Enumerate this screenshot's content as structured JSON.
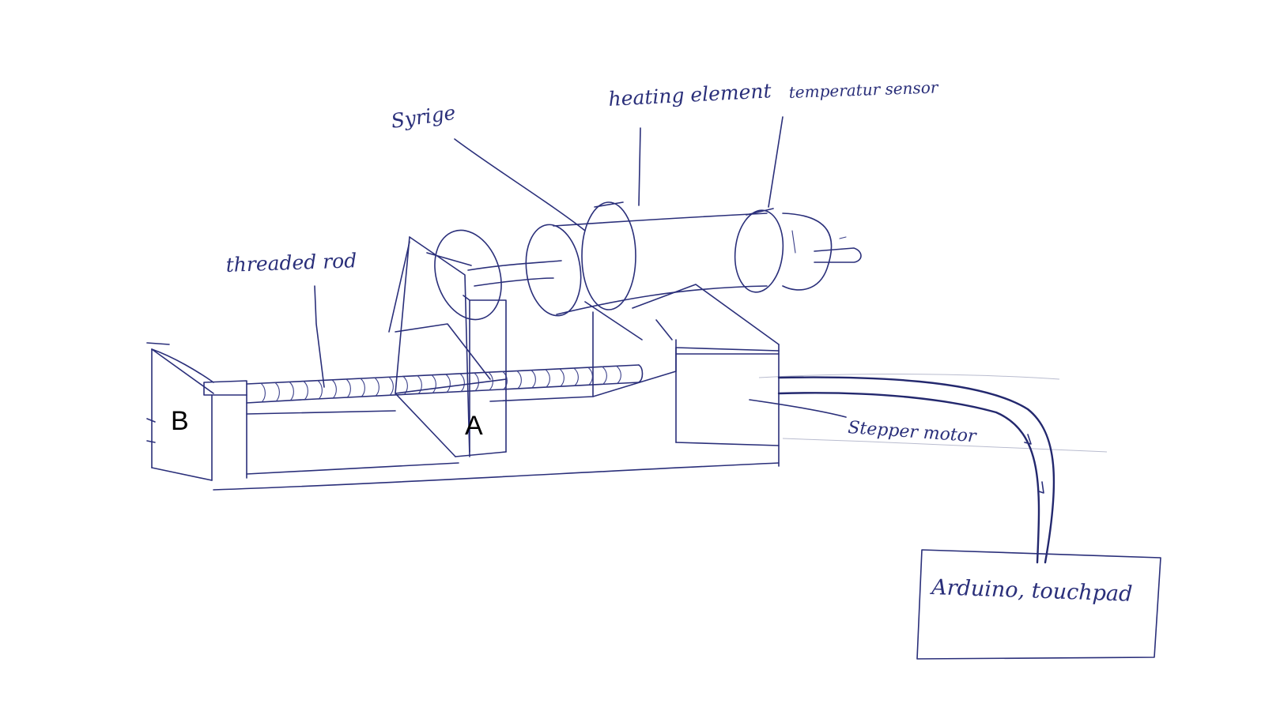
{
  "labels": {
    "syringe": "Syrige",
    "heating_element": "heating element",
    "temperature_sensor": "temperatur sensor",
    "threaded_rod": "threaded rod",
    "stepper_motor": "Stepper motor",
    "controller": "Arduino, touchpad",
    "block_b": "B",
    "block_a": "A"
  },
  "colors": {
    "ink": "#2a2f7a",
    "paper": "#ffffff"
  }
}
